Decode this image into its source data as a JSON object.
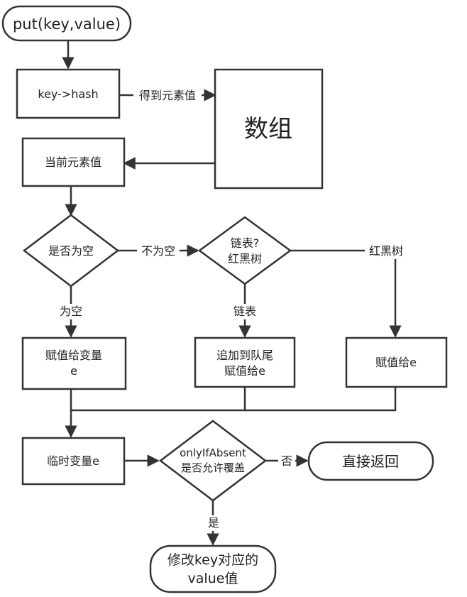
{
  "nodes": {
    "start": "put(key,value)",
    "hash": "key->hash",
    "array": "数组",
    "current": "当前元素值",
    "is_empty": "是否为空",
    "list_or_tree": [
      "链表?",
      "红黑树"
    ],
    "assign_var": [
      "赋值给变量",
      "e"
    ],
    "append_tail": [
      "追加到队尾",
      "赋值给e"
    ],
    "assign_e": "赋值给e",
    "temp_var": "临时变量e",
    "only_if_absent": [
      "onlyIfAbsent",
      "是否允许覆盖"
    ],
    "return_direct": "直接返回",
    "modify": [
      "修改key对应的",
      "value值"
    ]
  },
  "edges": {
    "get_element": "得到元素值",
    "not_empty": "不为空",
    "empty": "为空",
    "linked_list": "链表",
    "red_black_tree": "红黑树",
    "no": "否",
    "yes": "是"
  }
}
